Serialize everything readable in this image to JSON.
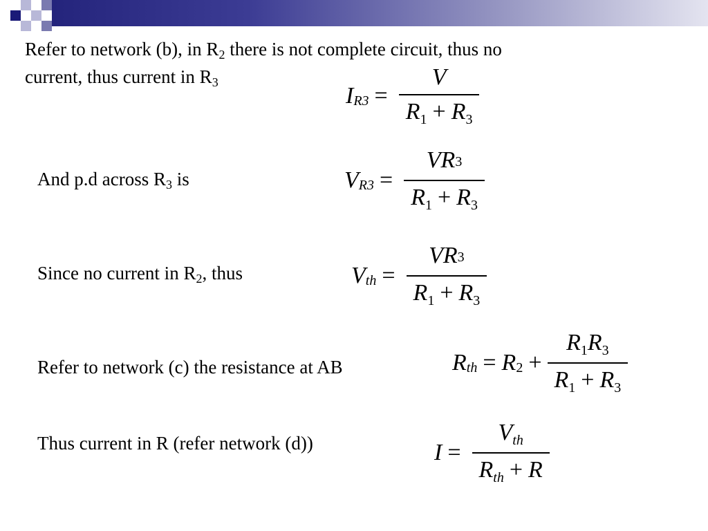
{
  "slide": {
    "line1": {
      "text_a": "Refer to network (b), in R",
      "sub_a": "2",
      "text_b": " there is not complete circuit, thus no",
      "text_c": "current, thus  current in R",
      "sub_c": "3"
    },
    "line2": {
      "text": "And p.d across R",
      "sub": "3",
      "text_end": " is"
    },
    "line3": {
      "text": "Since no current in R",
      "sub": "2",
      "text_end": ", thus"
    },
    "line4": {
      "text": "Refer to network (c) the resistance at AB"
    },
    "line5": {
      "text": "Thus current in R (refer network (d))"
    }
  },
  "equations": {
    "eq1": {
      "lhs": "I",
      "lhs_sub": "R3",
      "eq": "=",
      "num": "V",
      "den_a": "R",
      "den_a_sub": "1",
      "plus": "+",
      "den_b": "R",
      "den_b_sub": "3"
    },
    "eq2": {
      "lhs": "V",
      "lhs_sub": "R3",
      "eq": "=",
      "num_a": "VR",
      "num_a_sub": "3",
      "den_a": "R",
      "den_a_sub": "1",
      "plus": "+",
      "den_b": "R",
      "den_b_sub": "3"
    },
    "eq3": {
      "lhs": "V",
      "lhs_sub": "th",
      "eq": "=",
      "num_a": "VR",
      "num_a_sub": "3",
      "den_a": "R",
      "den_a_sub": "1",
      "plus": "+",
      "den_b": "R",
      "den_b_sub": "3"
    },
    "eq4": {
      "lhs": "R",
      "lhs_sub": "th",
      "eq": "=",
      "term": "R",
      "term_sub": "2",
      "plus": "+",
      "num_a": "R",
      "num_a_sub": "1",
      "num_b": "R",
      "num_b_sub": "3",
      "den_a": "R",
      "den_a_sub": "1",
      "plus2": "+",
      "den_b": "R",
      "den_b_sub": "3"
    },
    "eq5": {
      "lhs": "I",
      "eq": "=",
      "num": "V",
      "num_sub": "th",
      "den_a": "R",
      "den_a_sub": "th",
      "plus": "+",
      "den_b": "R"
    }
  },
  "colors": {
    "accent_dark": "#1a1a78",
    "accent_light": "#b8b8d8",
    "bar_start": "#24247c",
    "bar_end": "#e4e4f0"
  }
}
